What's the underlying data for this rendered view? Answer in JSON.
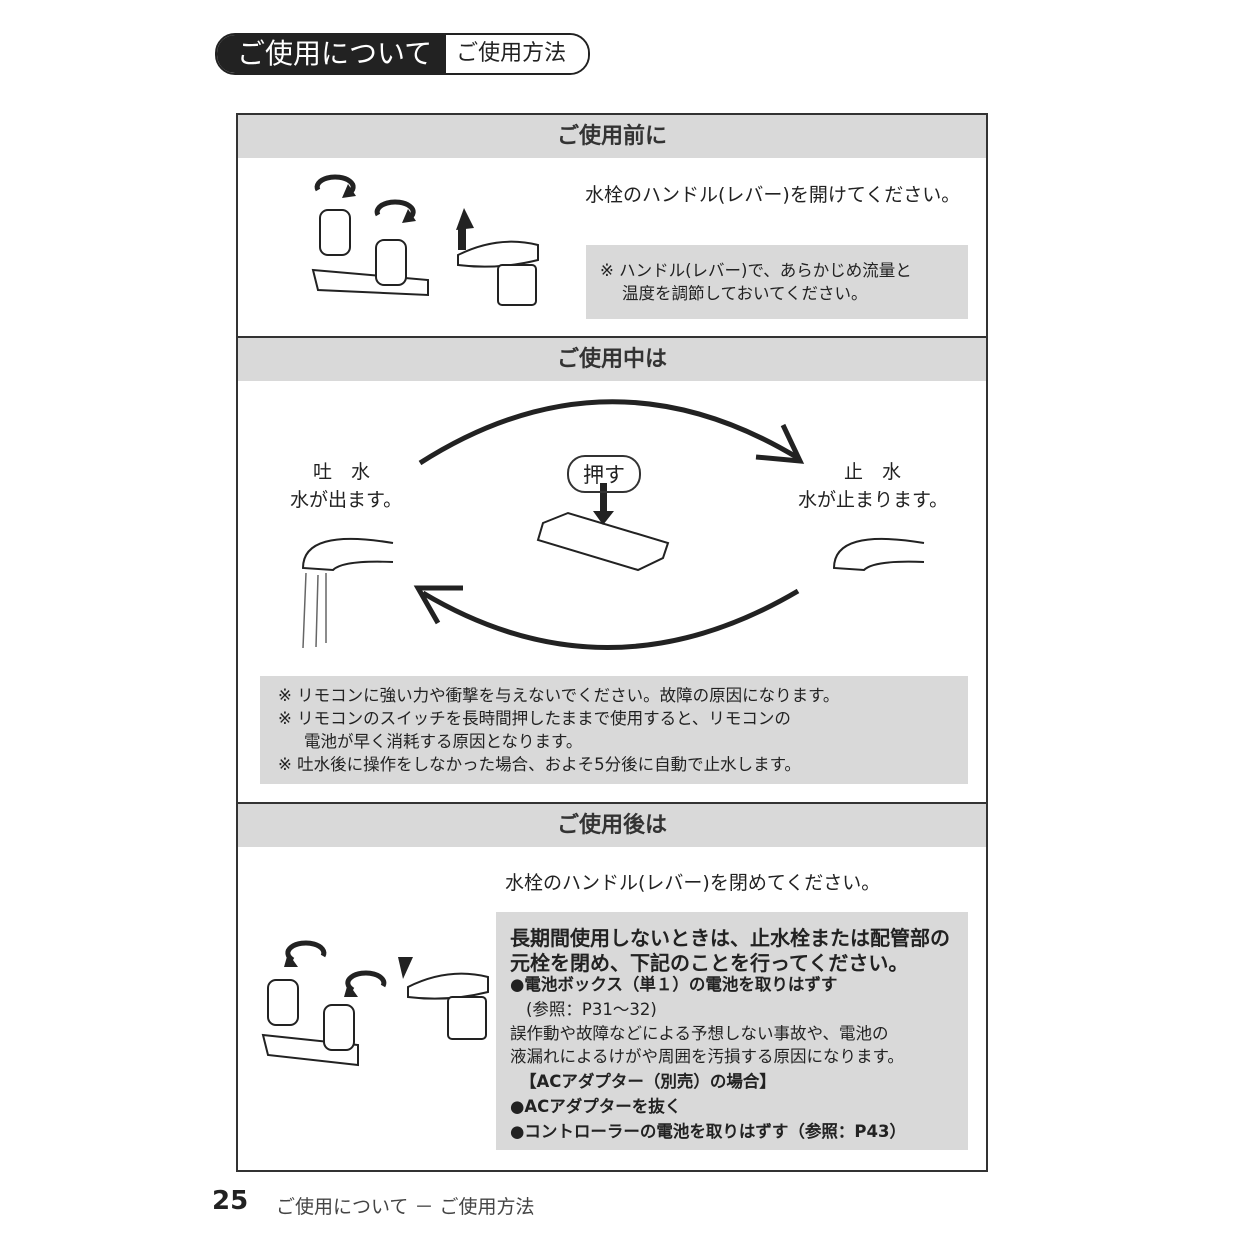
{
  "header": {
    "title": "ご使用について",
    "subtitle": "ご使用方法"
  },
  "before_use": {
    "heading": "ご使用前に",
    "instruction": "水栓のハンドル(レバー)を開けてください。",
    "note_lines": [
      "※ ハンドル(レバー)で、あらかじめ流量と",
      "温度を調節しておいてください。"
    ]
  },
  "during_use": {
    "heading": "ご使用中は",
    "left_title": "吐　水",
    "left_desc": "水が出ます。",
    "right_title": "止　水",
    "right_desc": "水が止まります。",
    "press_label": "押す",
    "notes": [
      "※ リモコンに強い力や衝撃を与えないでください。故障の原因になります。",
      "※ リモコンのスイッチを長時間押したままで使用すると、リモコンの",
      "電池が早く消耗する原因となります。",
      "※ 吐水後に操作をしなかった場合、およそ5分後に自動で止水します。"
    ]
  },
  "after_use": {
    "heading": "ご使用後は",
    "instruction": "水栓のハンドル(レバー)を閉めてください。",
    "box_lines": [
      "長期間使用しないときは、止水栓または配管部の",
      "元栓を閉め、下記のことを行ってください。",
      "●電池ボックス（単１）の電池を取りはずす",
      "(参照：P31～32)",
      "誤作動や故障などによる予想しない事故や、電池の",
      "液漏れによるけがや周囲を汚損する原因になります。",
      "【ACアダプター（別売）の場合】",
      "●ACアダプターを抜く",
      "●コントローラーの電池を取りはずす（参照：P43）"
    ]
  },
  "footer": {
    "page_number": "25",
    "section": "ご使用について － ご使用方法"
  }
}
